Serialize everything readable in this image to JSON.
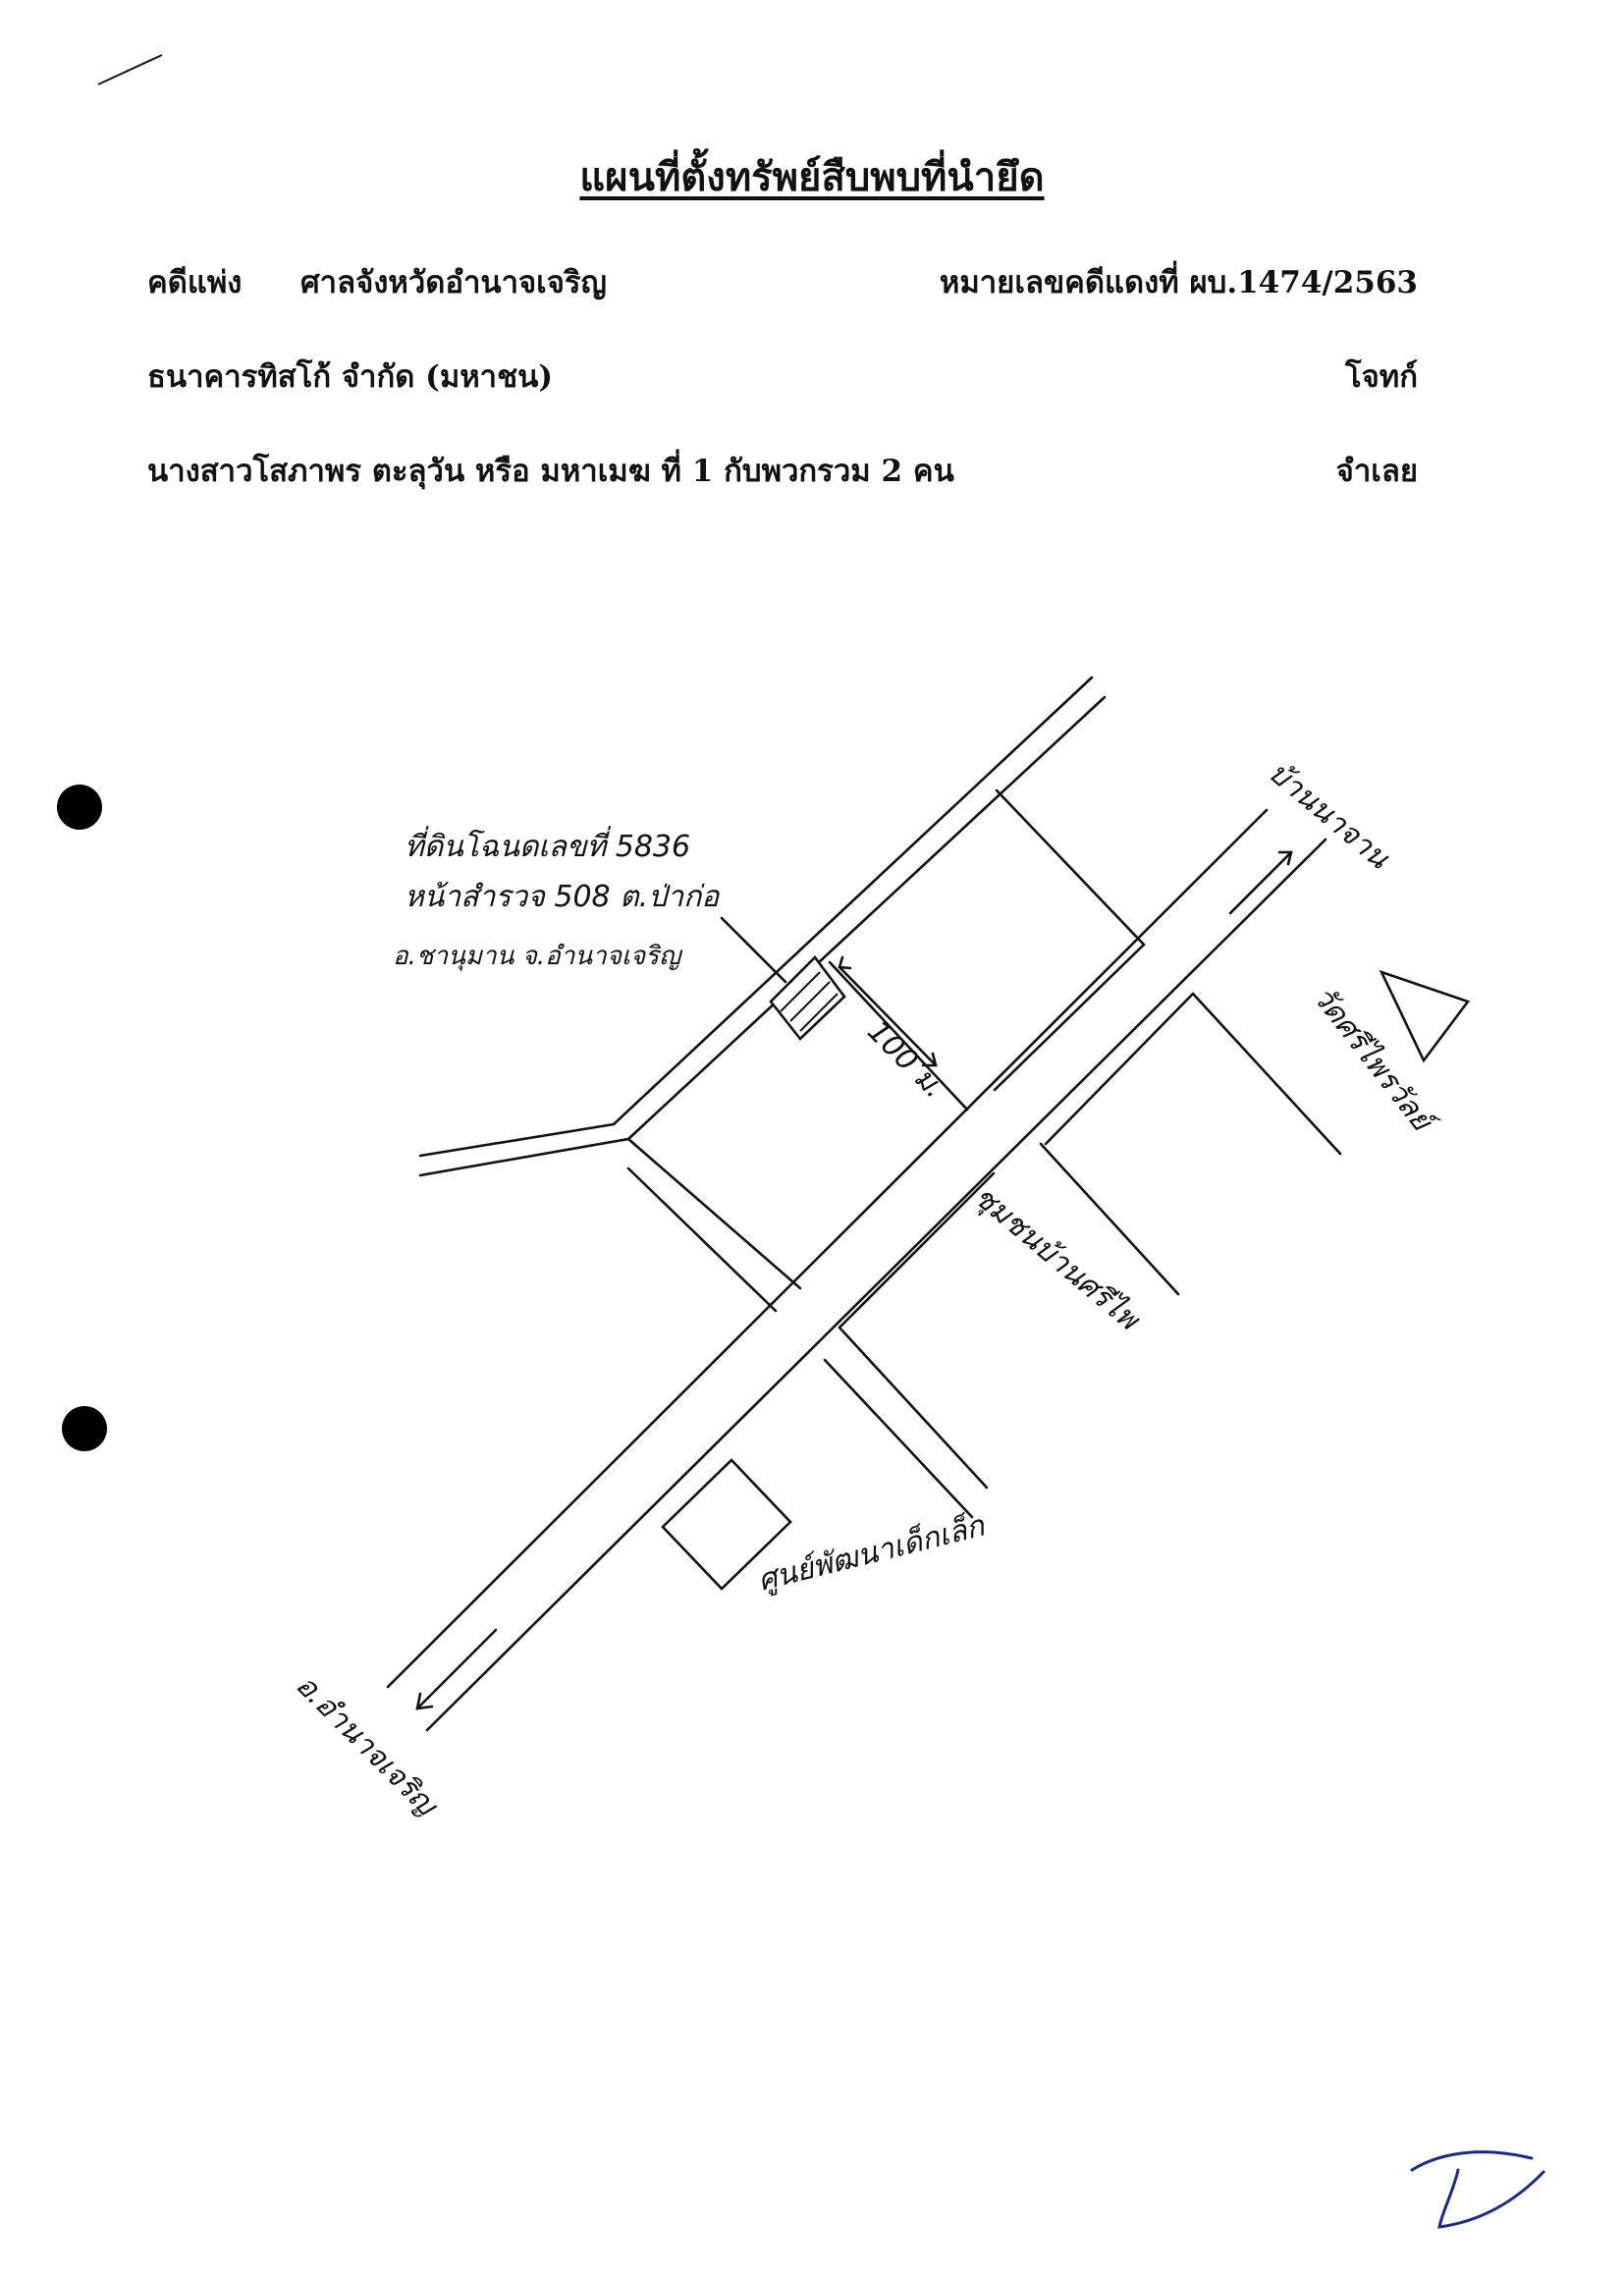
{
  "document": {
    "title": "แผนที่ตั้งทรัพย์สืบพบที่นำยึด",
    "case_type": "คดีแพ่ง",
    "court": "ศาลจังหวัดอำนาจเจริญ",
    "case_number": "หมายเลขคดีแดงที่  ผบ.1474/2563",
    "plaintiff": "ธนาคารทิสโก้ จำกัด (มหาชน)",
    "plaintiff_role": "โจทก์",
    "defendant": "นางสาวโสภาพร  ตะลุวัน หรือ มหาเมฆ  ที่  1  กับพวกรวม  2  คน",
    "defendant_role": "จำเลย"
  },
  "map": {
    "property_label": [
      "ที่ดินโฉนดเลขที่ 5836",
      "หน้าสำรวจ 508 ต.ป่าก่อ",
      "อ.ชานุมาน จ.อำนาจเจริญ"
    ],
    "distance_label": "100 ม.",
    "to_direction_top": "บ้านนาจาน",
    "to_direction_bottom": "อ.อำนาจเจริญ",
    "temple_label": "วัดศรีไพรวัลย์",
    "community_label": "ชุมชนบ้านศรีไพ",
    "childcare_label": "ศูนย์พัฒนาเด็กเล็ก"
  },
  "colors": {
    "ink": "#111111",
    "signature_ink": "#1a2a8a"
  }
}
